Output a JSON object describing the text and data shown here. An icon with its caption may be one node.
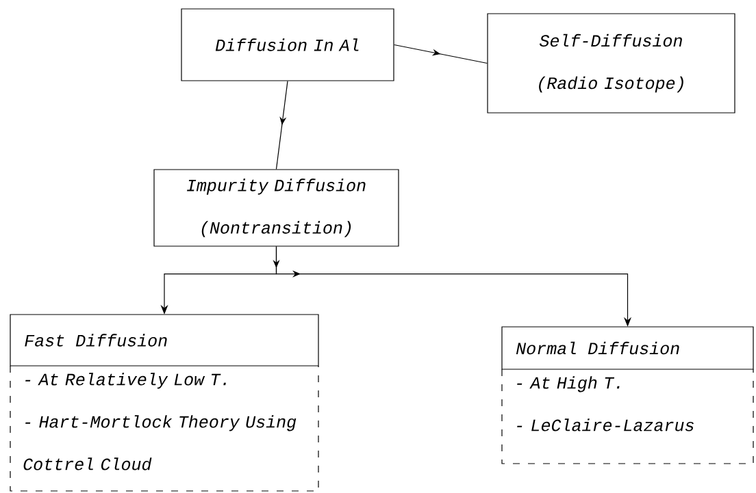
{
  "diagram": {
    "nodes": [
      {
        "text": [
          "Diffusion In Al"
        ]
      },
      {
        "text": [
          "Self-Diffusion (Radio Isotope)"
        ]
      },
      {
        "text": [
          "Impurity Diffusion (Nontransition)"
        ]
      },
      {
        "text": [
          "Fast Diffusion",
          "- At Relatively Low T.",
          "- Hart-Mortlock Theory Using Cottrel Cloud"
        ]
      },
      {
        "text": [
          "Normal Diffusion",
          "- At High T.",
          "- LeClaire-Lazarus"
        ]
      }
    ],
    "edges": [
      {
        "from": 0,
        "to": 1,
        "arrow": "to"
      },
      {
        "from": 0,
        "to": 2,
        "arrow": "to"
      },
      {
        "from": 2,
        "to": 3,
        "arrow": "to"
      },
      {
        "from": 2,
        "to": 4,
        "arrow": "to"
      }
    ]
  }
}
